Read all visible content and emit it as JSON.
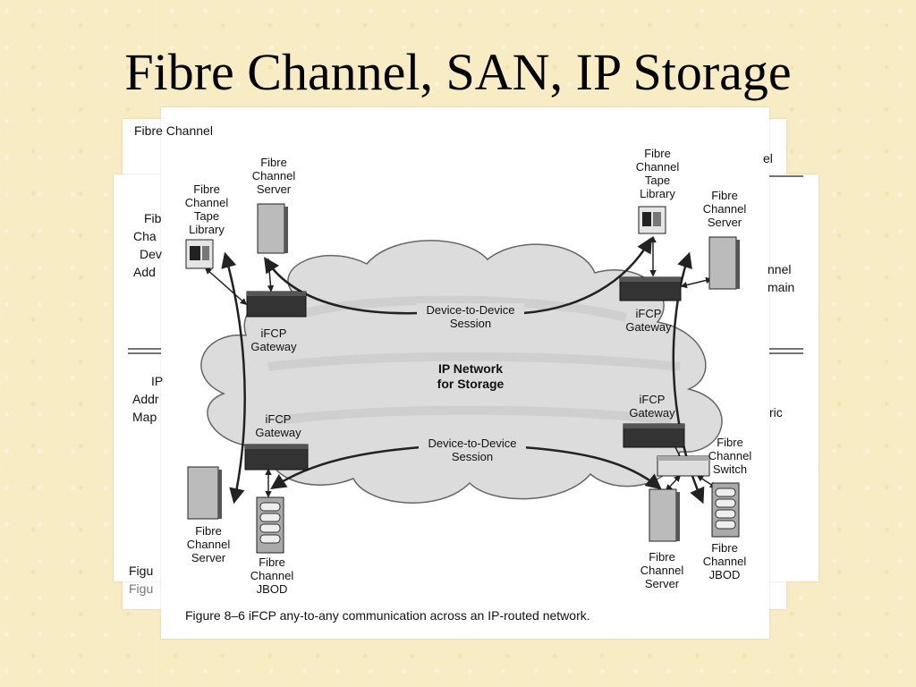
{
  "slide": {
    "title": "Fibre Channel, SAN, IP Storage"
  },
  "back_page": {
    "heading": "Fibre Channel",
    "left_fragments": [
      "Fib",
      "Cha",
      "Dev",
      "Add",
      "IP",
      "Addr",
      "Map"
    ],
    "right_fragments": [
      "nnel",
      "main",
      "ric",
      "el"
    ],
    "fig_fragments": [
      "Figu",
      "Figu"
    ]
  },
  "diagram": {
    "cloud_label": [
      "IP Network",
      "for Storage"
    ],
    "session_top": [
      "Device-to-Device",
      "Session"
    ],
    "session_bottom": [
      "Device-to-Device",
      "Session"
    ],
    "tl_tape": [
      "Fibre",
      "Channel",
      "Tape",
      "Library"
    ],
    "tl_server": [
      "Fibre",
      "Channel",
      "Server"
    ],
    "tl_gateway": [
      "iFCP",
      "Gateway"
    ],
    "tr_tape": [
      "Fibre",
      "Channel",
      "Tape",
      "Library"
    ],
    "tr_server": [
      "Fibre",
      "Channel",
      "Server"
    ],
    "tr_gateway": [
      "iFCP",
      "Gateway"
    ],
    "bl_gateway": [
      "iFCP",
      "Gateway"
    ],
    "bl_server": [
      "Fibre",
      "Channel",
      "Server"
    ],
    "bl_jbod": [
      "Fibre",
      "Channel",
      "JBOD"
    ],
    "br_gateway": [
      "iFCP",
      "Gateway"
    ],
    "br_switch": [
      "Fibre",
      "Channel",
      "Switch"
    ],
    "br_server": [
      "Fibre",
      "Channel",
      "Server"
    ],
    "br_jbod": [
      "Fibre",
      "Channel",
      "JBOD"
    ],
    "caption": "Figure 8–6  iFCP any-to-any communication across an IP-routed network."
  }
}
